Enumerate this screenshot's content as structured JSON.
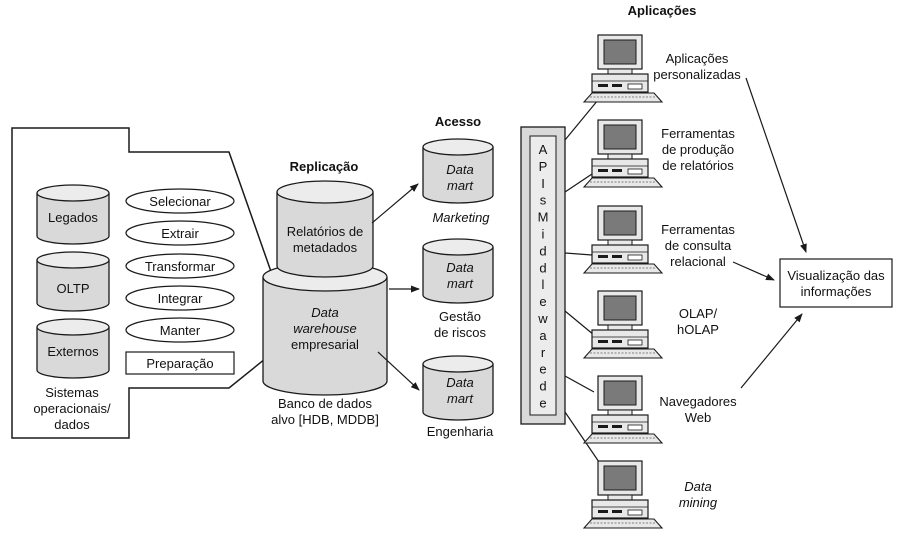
{
  "headings": {
    "aplicacoes": "Aplicações",
    "acesso": "Acesso",
    "replicacao": "Replicação"
  },
  "sources": {
    "legados": "Legados",
    "oltp": "OLTP",
    "externos": "Externos",
    "caption": [
      "Sistemas",
      "operacionais/",
      "dados"
    ]
  },
  "preparation": {
    "ops": [
      "Selecionar",
      "Extrair",
      "Transformar",
      "Integrar",
      "Manter"
    ],
    "label": "Preparação"
  },
  "metadata": [
    "Relatórios de",
    "metadados"
  ],
  "warehouse": {
    "lines": [
      "Data",
      "warehouse",
      "empresarial"
    ],
    "caption": [
      "Banco de dados",
      "alvo [HDB, MDDB]"
    ]
  },
  "marts": [
    {
      "line1": "Data",
      "line2": "mart",
      "caption": [
        "Marketing"
      ]
    },
    {
      "line1": "Data",
      "line2": "mart",
      "caption": [
        "Gestão",
        "de riscos"
      ]
    },
    {
      "line1": "Data",
      "line2": "mart",
      "caption": [
        "Engenharia"
      ]
    }
  ],
  "middleware": [
    "A",
    "P",
    "I",
    "s",
    "M",
    "i",
    "d",
    "d",
    "l",
    "e",
    "w",
    "a",
    "r",
    "e",
    "d",
    "e"
  ],
  "apps": [
    {
      "lines": [
        "Aplicações",
        "personalizadas"
      ]
    },
    {
      "lines": [
        "Ferramentas",
        "de produção",
        "de relatórios"
      ]
    },
    {
      "lines": [
        "Ferramentas",
        "de consulta",
        "relacional"
      ]
    },
    {
      "lines": [
        "OLAP/",
        "hOLAP"
      ]
    },
    {
      "lines": [
        "Navegadores",
        "Web"
      ]
    },
    {
      "lines": [
        "Data",
        "mining"
      ]
    }
  ],
  "visualization": [
    "Visualização das",
    "informações"
  ],
  "colors": {
    "cylinder_fill": "#d9d9d9",
    "cylinder_top": "#ececec",
    "screen": "#7a7a7a",
    "stroke": "#1a1a1a"
  }
}
